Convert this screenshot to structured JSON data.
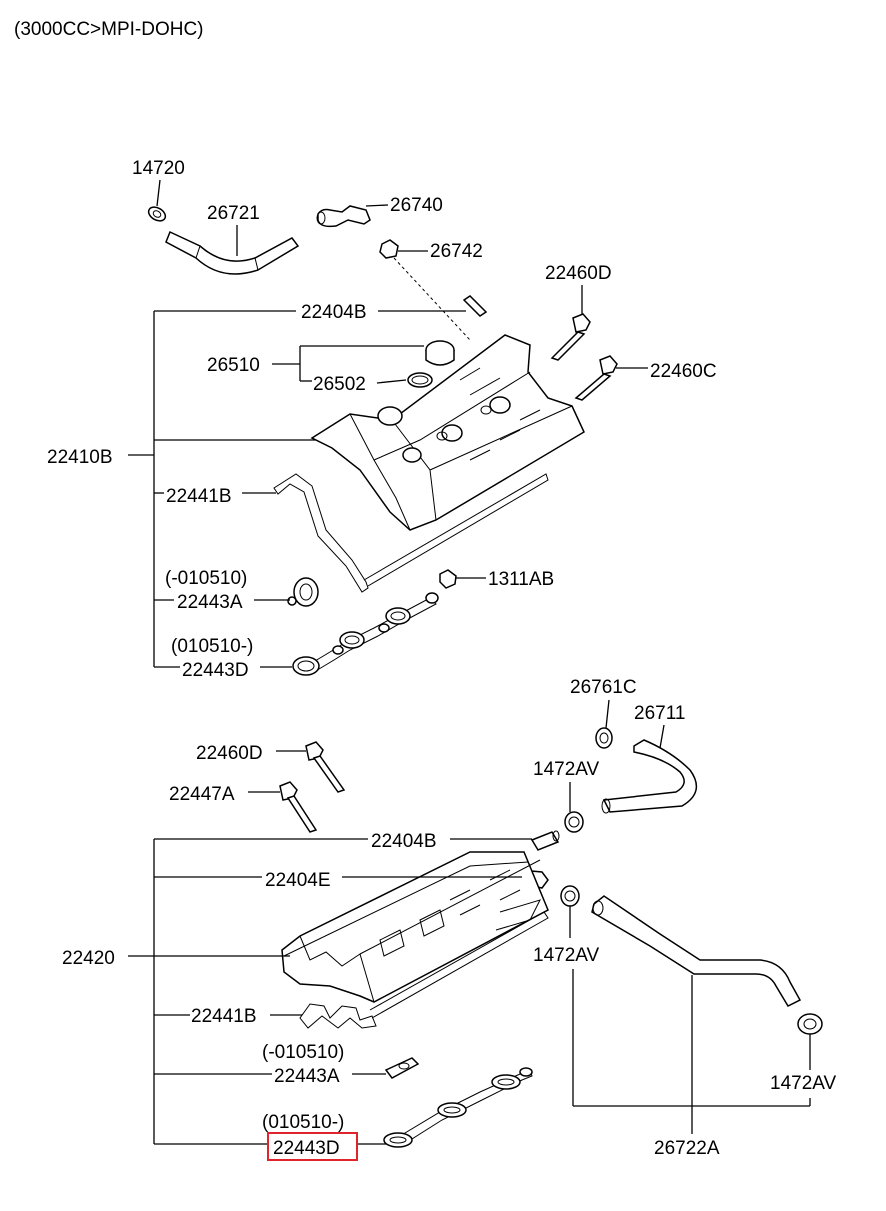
{
  "header": {
    "engine_note": "(3000CC>MPI-DOHC)"
  },
  "callouts": {
    "p14720": "14720",
    "p26721": "26721",
    "p26740": "26740",
    "p26742": "26742",
    "p22460D_top": "22460D",
    "p22404B_top": "22404B",
    "p26510": "26510",
    "p26502": "26502",
    "p22460C": "22460C",
    "p22410B": "22410B",
    "p22441B_top": "22441B",
    "p22443A_top_date": "(-010510)",
    "p22443A_top": "22443A",
    "p1311AB": "1311AB",
    "p22443D_top_date": "(010510-)",
    "p22443D_top": "22443D",
    "p26761C": "26761C",
    "p26711": "26711",
    "p22460D_bot": "22460D",
    "p1472AV_a": "1472AV",
    "p22447A": "22447A",
    "p22404B_bot": "22404B",
    "p22404E": "22404E",
    "p22420": "22420",
    "p1472AV_b": "1472AV",
    "p22441B_bot": "22441B",
    "p22443A_bot_date": "(-010510)",
    "p22443A_bot": "22443A",
    "p1472AV_c": "1472AV",
    "p22443D_bot_date": "(010510-)",
    "p22443D_bot": "22443D",
    "p26722A": "26722A"
  },
  "highlight": {
    "part": "22443D",
    "color": "#e0242b"
  }
}
